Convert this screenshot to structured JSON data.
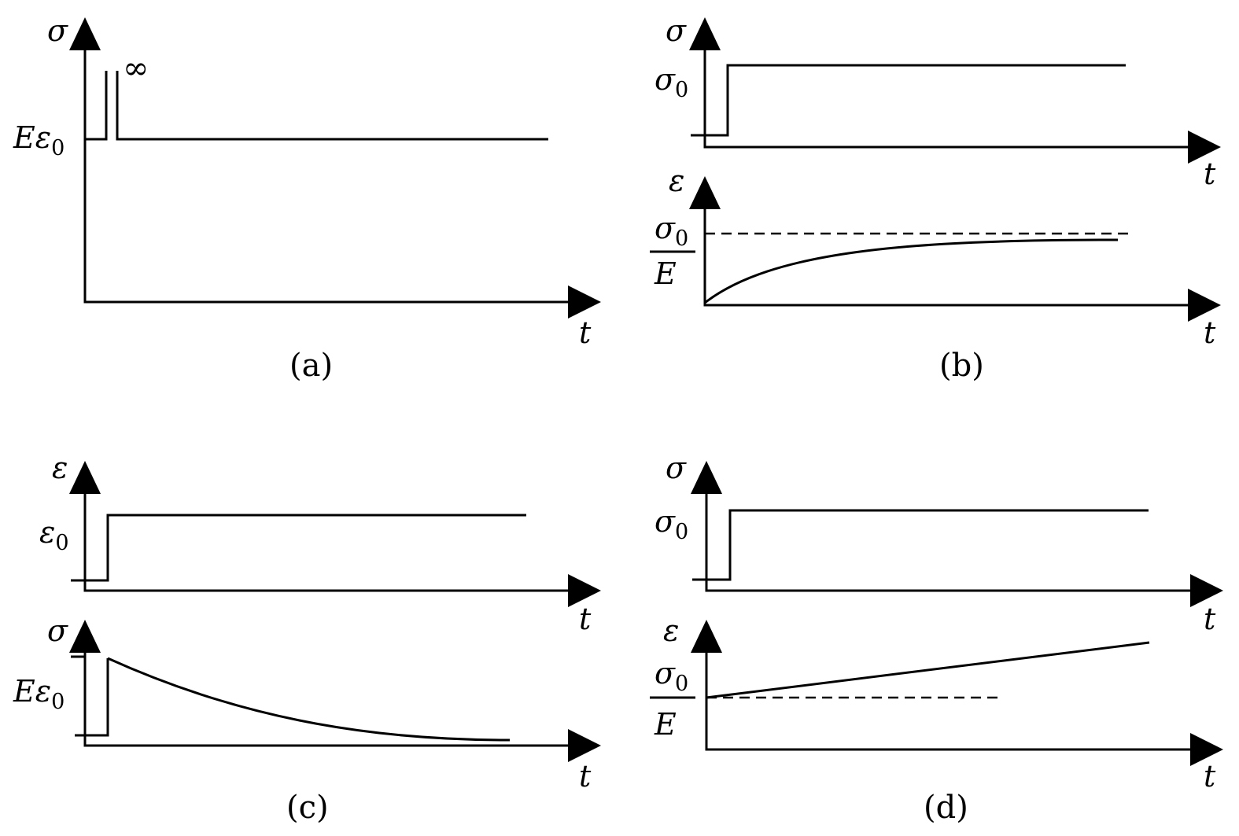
{
  "panels": {
    "a": {
      "caption": "(a)",
      "y_axis": "σ",
      "x_axis": "t",
      "level_main": "Eε",
      "level_sub": "0",
      "impulse": "∞"
    },
    "b": {
      "caption": "(b)",
      "top": {
        "y_axis": "σ",
        "x_axis": "t",
        "level_main": "σ",
        "level_sub": "0"
      },
      "bottom": {
        "y_axis": "ε",
        "x_axis": "t",
        "frac_num_main": "σ",
        "frac_num_sub": "0",
        "frac_den": "E"
      }
    },
    "c": {
      "caption": "(c)",
      "top": {
        "y_axis": "ε",
        "x_axis": "t",
        "level_main": "ε",
        "level_sub": "0"
      },
      "bottom": {
        "y_axis": "σ",
        "x_axis": "t",
        "level_main": "Eε",
        "level_sub": "0"
      }
    },
    "d": {
      "caption": "(d)",
      "top": {
        "y_axis": "σ",
        "x_axis": "t",
        "level_main": "σ",
        "level_sub": "0"
      },
      "bottom": {
        "y_axis": "ε",
        "x_axis": "t",
        "frac_num_main": "σ",
        "frac_num_sub": "0",
        "frac_den": "E"
      }
    }
  }
}
